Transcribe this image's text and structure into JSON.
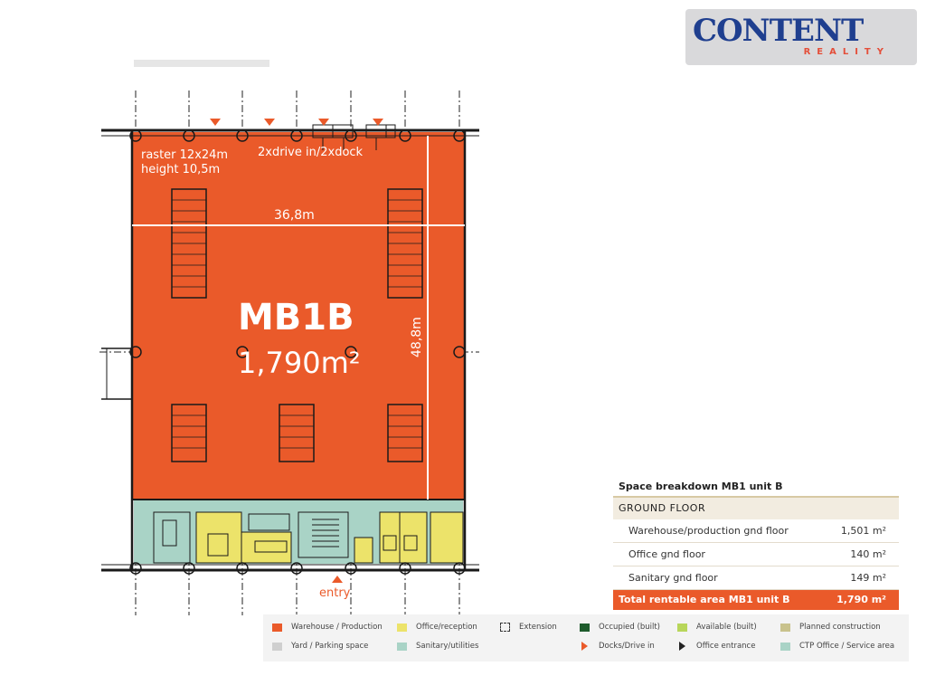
{
  "logo": {
    "main": "CONTENT",
    "sub": "REALITY"
  },
  "plan": {
    "raster_label": "raster 12x24m",
    "height_label": "height 10,5m",
    "dock_label": "2xdrive in/2xdock",
    "width_label": "36,8m",
    "depth_label": "48,8m",
    "unit_name": "MB1B",
    "unit_area": "1,790m²",
    "entry_label": "entry",
    "colors": {
      "warehouse": "#ea5a2a",
      "office": "#ece36a",
      "sanitary": "#a9d3c6",
      "wall": "#1a1a1a"
    }
  },
  "breakdown": {
    "title": "Space breakdown MB1 unit B",
    "section": "GROUND FLOOR",
    "rows": [
      {
        "label": "Warehouse/production gnd floor",
        "value": "1,501 m²"
      },
      {
        "label": "Office gnd floor",
        "value": "140 m²"
      },
      {
        "label": "Sanitary gnd floor",
        "value": "149 m²"
      }
    ],
    "total": {
      "label": "Total rentable area MB1 unit B",
      "value": "1,790 m²"
    }
  },
  "legend": [
    {
      "label": "Warehouse / Production",
      "color": "#ea5a2a",
      "icon": "square"
    },
    {
      "label": "Office/reception",
      "color": "#ece36a",
      "icon": "square"
    },
    {
      "label": "Extension",
      "color": "#333333",
      "icon": "dashed-square"
    },
    {
      "label": "Occupied (built)",
      "color": "#1e5b2c",
      "icon": "square"
    },
    {
      "label": "Available (built)",
      "color": "#b8d65a",
      "icon": "square"
    },
    {
      "label": "Planned construction",
      "color": "#c9c28c",
      "icon": "square"
    },
    {
      "label": "Yard / Parking space",
      "color": "#cfcfcf",
      "icon": "square"
    },
    {
      "label": "Sanitary/utilities",
      "color": "#a9d3c6",
      "icon": "square"
    },
    {
      "label": "Docks/Drive in",
      "color": "#ea5a2a",
      "icon": "triangle"
    },
    {
      "label": "Office entrance",
      "color": "#222222",
      "icon": "triangle"
    },
    {
      "label": "CTP Office / Service area",
      "color": "#a9d3c6",
      "icon": "square"
    }
  ]
}
